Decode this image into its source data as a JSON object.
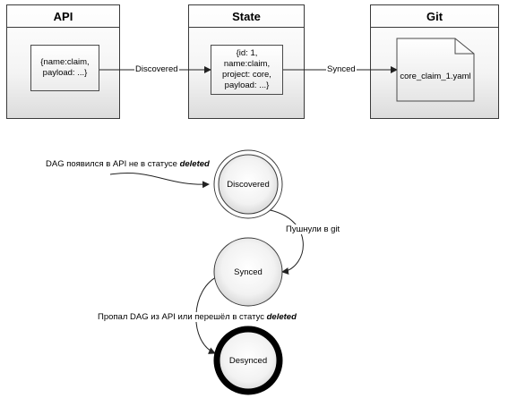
{
  "swimlanes": {
    "api": {
      "title": "API",
      "content": "{name:claim,\npayload: ...}"
    },
    "state": {
      "title": "State",
      "content": "{id: 1,\nname:claim,\nproject: core,\npayload: ...}"
    },
    "git": {
      "title": "Git",
      "content": "core_claim_1.yaml"
    }
  },
  "top_edges": {
    "api_to_state": "Discovered",
    "state_to_git": "Synced"
  },
  "state_machine": {
    "states": {
      "discovered": "Discovered",
      "synced": "Synced",
      "desynced": "Desynced"
    },
    "initial_transition": {
      "prefix": "DAG появился в API не в статусе ",
      "emphasis": "deleted"
    },
    "discovered_to_synced": "Пушнули в git",
    "synced_to_desynced": {
      "prefix": "Пропал DAG из API или перешёл в статус ",
      "emphasis": "deleted"
    }
  }
}
